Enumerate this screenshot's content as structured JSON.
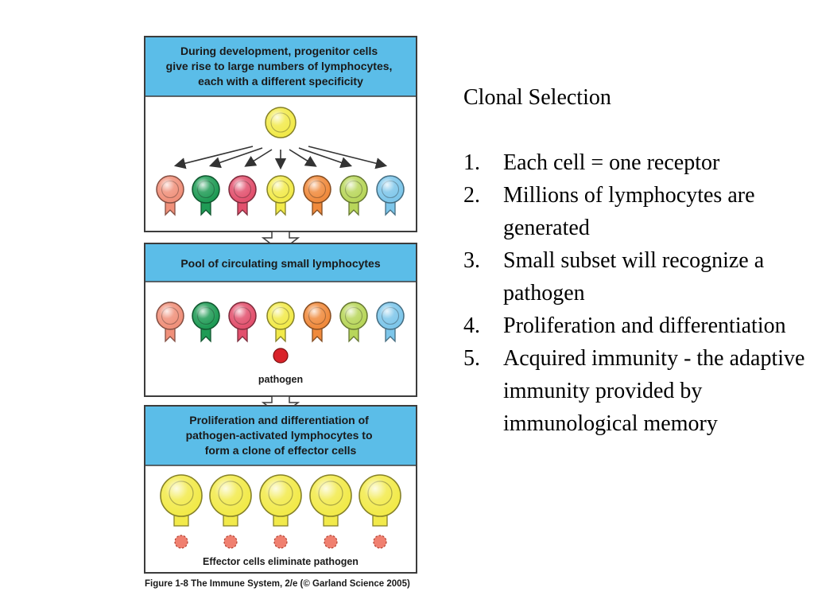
{
  "slide": {
    "title": "Clonal Selection",
    "points": [
      {
        "number": "1.",
        "text": "Each cell =  one receptor"
      },
      {
        "number": "2.",
        "text": "Millions of lymphocytes are generated"
      },
      {
        "number": "3.",
        "text": "Small subset will recognize a pathogen"
      },
      {
        "number": "4.",
        "text": "Proliferation and differentiation"
      },
      {
        "number": "5.",
        "text": "Acquired immunity - the adaptive immunity provided by immunological memory"
      }
    ]
  },
  "figure": {
    "panel1_lines": [
      "During development, progenitor cells",
      "give rise to large numbers of lymphocytes,",
      "each with a different specificity"
    ],
    "panel2_lines": [
      "Pool of circulating small lymphocytes"
    ],
    "panel3_lines": [
      "Proliferation and differentiation of",
      "pathogen-activated lymphocytes to",
      "form a clone of effector cells"
    ],
    "pathogen_label": "pathogen",
    "effector_label": "Effector cells eliminate pathogen",
    "caption": "Figure 1-8  The Immune System, 2/e (© Garland Science 2005)",
    "colors": {
      "header_bg": "#5bbde8",
      "border": "#3c3c3c",
      "pathogen": "#d9232a",
      "dead_pathogen": "#f08070",
      "selected_cell": "#f2ea4a",
      "lymphocyte_colors": [
        "#f0907a",
        "#1f9b55",
        "#e2506d",
        "#f2ea4a",
        "#f08a3c",
        "#b8d65a",
        "#7dc6ea"
      ]
    },
    "effector_cell_count": 5
  }
}
